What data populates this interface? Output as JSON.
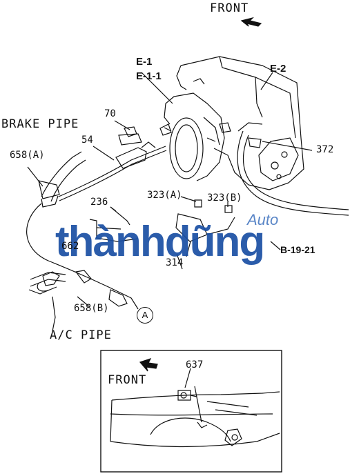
{
  "labels": {
    "front_top": "FRONT",
    "e1": "E-1",
    "e11": "E-1-1",
    "e2": "E-2",
    "brake_pipe": "BRAKE PIPE",
    "p70": "70",
    "p54": "54",
    "p658a": "658(A)",
    "p372": "372",
    "p323a": "323(A)",
    "p323b": "323(B)",
    "p236": "236",
    "p662": "662",
    "p314": "314",
    "b1921": "B-19-21",
    "p658b": "658(B)",
    "ref_a": "A",
    "ac_pipe": "A/C PIPE",
    "front_inset": "FRONT",
    "p637": "637"
  },
  "watermark": {
    "brand": "thànhdũng",
    "auto": "Auto"
  },
  "colors": {
    "ink": "#111111",
    "watermark_blue": "#1a4fa3",
    "watermark_light": "#5a86c7"
  }
}
